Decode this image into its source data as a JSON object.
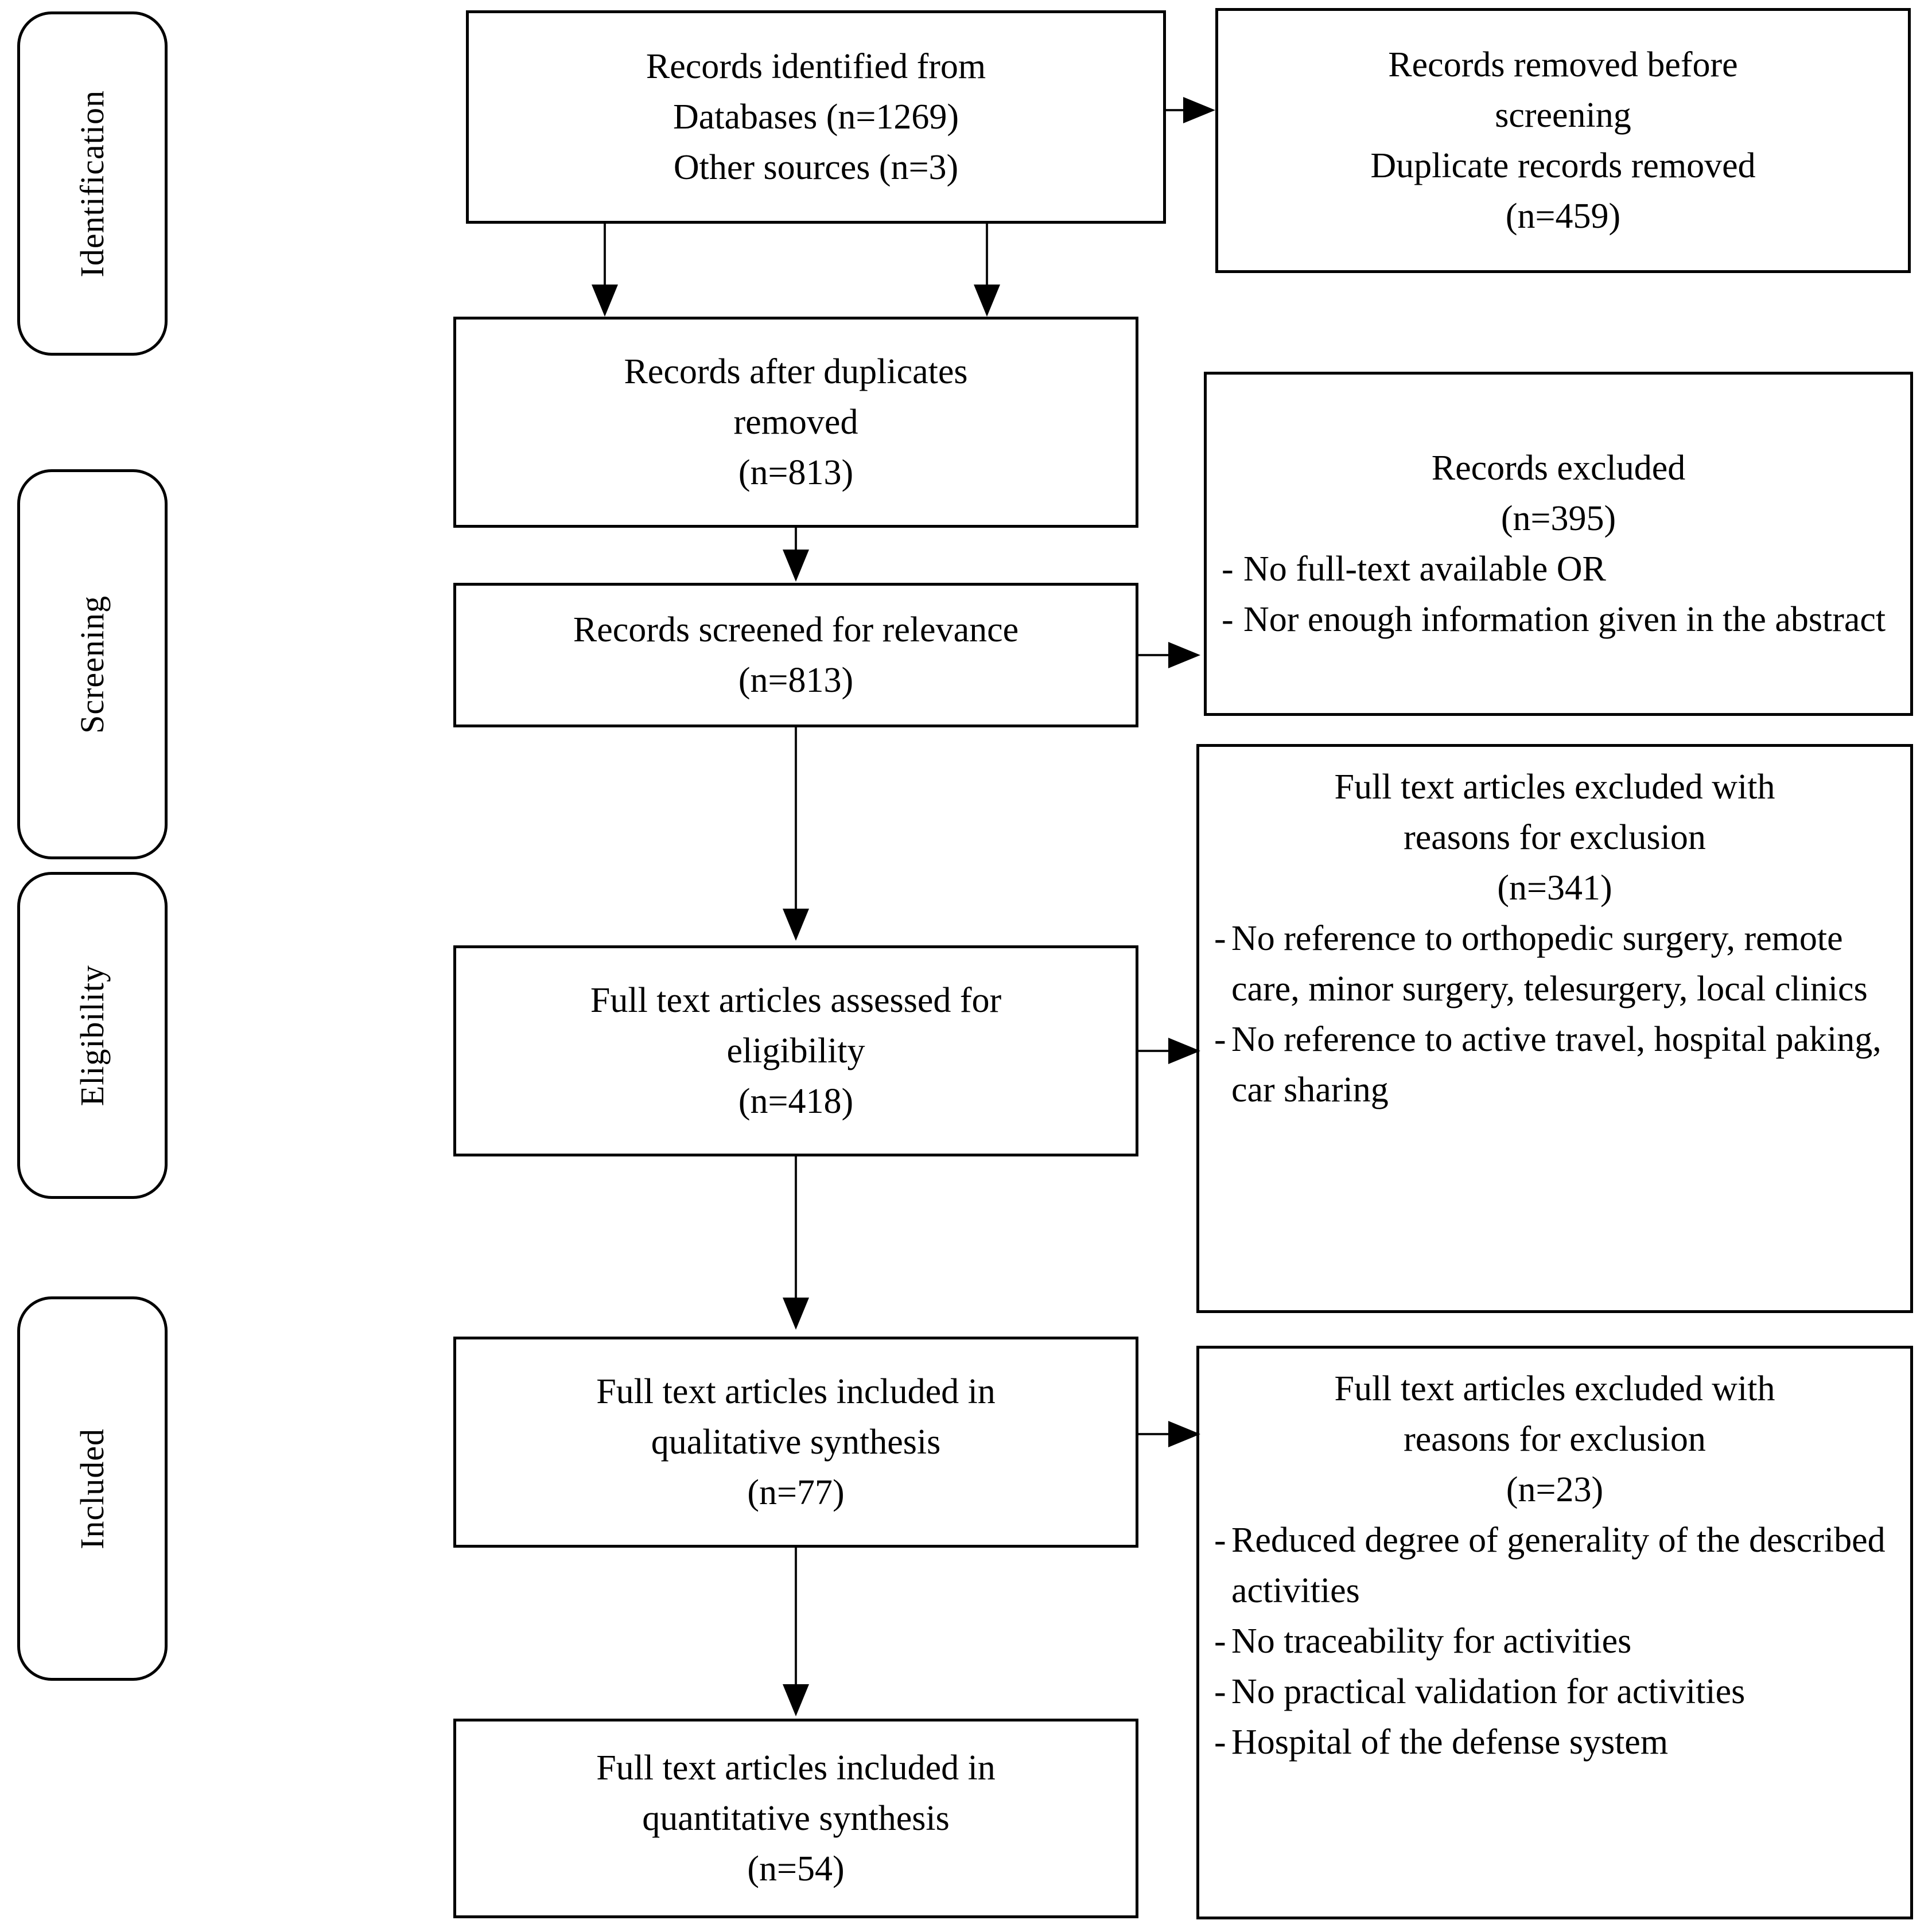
{
  "diagram": {
    "type": "prisma-flow-diagram",
    "title": "PRISMA flow diagram"
  },
  "stages": [
    {
      "id": "identification",
      "label": "Identification"
    },
    {
      "id": "screening",
      "label": "Screening"
    },
    {
      "id": "eligibility",
      "label": "Eligibility"
    },
    {
      "id": "included",
      "label": "Included"
    }
  ],
  "boxes": {
    "identified": {
      "lines": [
        "Records identified from",
        "Databases (n=1269)",
        "Other sources (n=3)"
      ]
    },
    "removed_before_screening": {
      "lines": [
        "Records removed before",
        "screening",
        "Duplicate records removed",
        "(n=459)"
      ]
    },
    "after_duplicates": {
      "lines": [
        "Records after duplicates",
        "removed",
        "(n=813)"
      ]
    },
    "records_excluded": {
      "heading": [
        "Records excluded",
        "(n=395)"
      ],
      "bullets": [
        "No full-text available OR",
        "Nor enough information given in the abstract"
      ]
    },
    "screened": {
      "lines": [
        "Records screened for relevance",
        "(n=813)"
      ]
    },
    "fulltext_excluded_341": {
      "heading": [
        "Full text articles excluded with",
        "reasons for exclusion",
        "(n=341)"
      ],
      "bullets": [
        "No reference to orthopedic surgery, remote care, minor surgery, telesurgery, local clinics",
        "No reference to active travel, hospital paking, car sharing"
      ]
    },
    "assessed": {
      "lines": [
        "Full text articles assessed for",
        "eligibility",
        "(n=418)"
      ]
    },
    "qualitative": {
      "lines": [
        "Full text articles included in",
        "qualitative synthesis",
        "(n=77)"
      ]
    },
    "fulltext_excluded_23": {
      "heading": [
        "Full text articles excluded with",
        "reasons for exclusion",
        "(n=23)"
      ],
      "bullets": [
        "Reduced degree of generality of the described activities",
        "No traceability for activities",
        "No practical validation for activities",
        "Hospital of the defense system"
      ]
    },
    "quantitative": {
      "lines": [
        "Full text articles included in",
        "quantitative synthesis",
        "(n=54)"
      ]
    }
  },
  "symbols": {
    "bullet_dash": "-"
  },
  "colors": {
    "stroke": "#000000",
    "background": "#ffffff",
    "text": "#000000"
  }
}
